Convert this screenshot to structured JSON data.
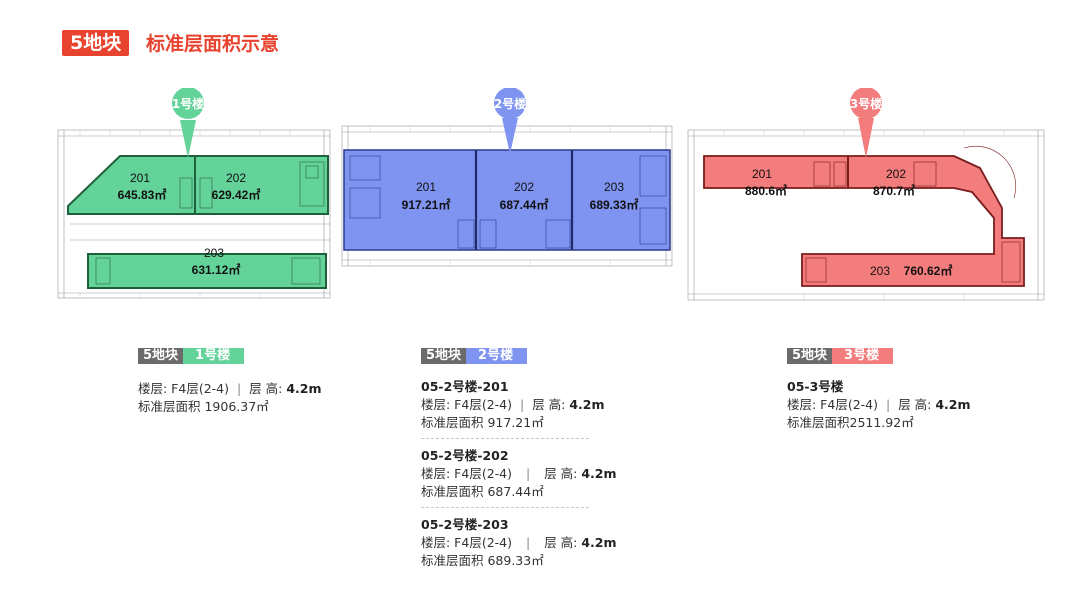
{
  "header": {
    "badge": "5地块",
    "title": "标准层面积示意"
  },
  "colors": {
    "accent": "#e8432f",
    "green": "#63d39a",
    "blue": "#7f93f0",
    "red": "#f37c7c",
    "gray_tag": "#6b6b6b"
  },
  "buildings": [
    {
      "pin": "1号楼",
      "rooms": [
        {
          "no": "201",
          "area": "645.83㎡"
        },
        {
          "no": "202",
          "area": "629.42㎡"
        },
        {
          "no": "203",
          "area": "631.12㎡"
        }
      ],
      "tag_left": "5地块",
      "tag_right": "1号楼",
      "lines": {
        "floor_label": "楼层: F4层(2-4)",
        "sep": "|",
        "height_label": "层 高:",
        "height_value": "4.2m",
        "area_line": "标准层面积  1906.37㎡"
      }
    },
    {
      "pin": "2号楼",
      "rooms": [
        {
          "no": "201",
          "area": "917.21㎡"
        },
        {
          "no": "202",
          "area": "687.44㎡"
        },
        {
          "no": "203",
          "area": "689.33㎡"
        }
      ],
      "tag_left": "5地块",
      "tag_right": "2号楼",
      "units": [
        {
          "title": "05-2号楼-201",
          "floor_label": "楼层: F4层(2-4)",
          "sep": "|",
          "height_label": "层 高:",
          "height_value": "4.2m",
          "area_line": "标准层面积  917.21㎡"
        },
        {
          "title": "05-2号楼-202",
          "floor_label": "楼层: F4层(2-4)",
          "sep": "|",
          "height_label": "层 高:",
          "height_value": "4.2m",
          "area_line": "标准层面积  687.44㎡"
        },
        {
          "title": "05-2号楼-203",
          "floor_label": "楼层: F4层(2-4)",
          "sep": "|",
          "height_label": "层 高:",
          "height_value": "4.2m",
          "area_line": "标准层面积  689.33㎡"
        }
      ]
    },
    {
      "pin": "3号楼",
      "rooms": [
        {
          "no": "201",
          "area": "880.6㎡"
        },
        {
          "no": "202",
          "area": "870.7㎡"
        },
        {
          "no": "203",
          "area": "760.62㎡"
        }
      ],
      "tag_left": "5地块",
      "tag_right": "3号楼",
      "title": "05-3号楼",
      "lines": {
        "floor_label": "楼层: F4层(2-4)",
        "sep": "|",
        "height_label": "层 高:",
        "height_value": "4.2m",
        "area_line": "标准层面积2511.92㎡"
      }
    }
  ]
}
